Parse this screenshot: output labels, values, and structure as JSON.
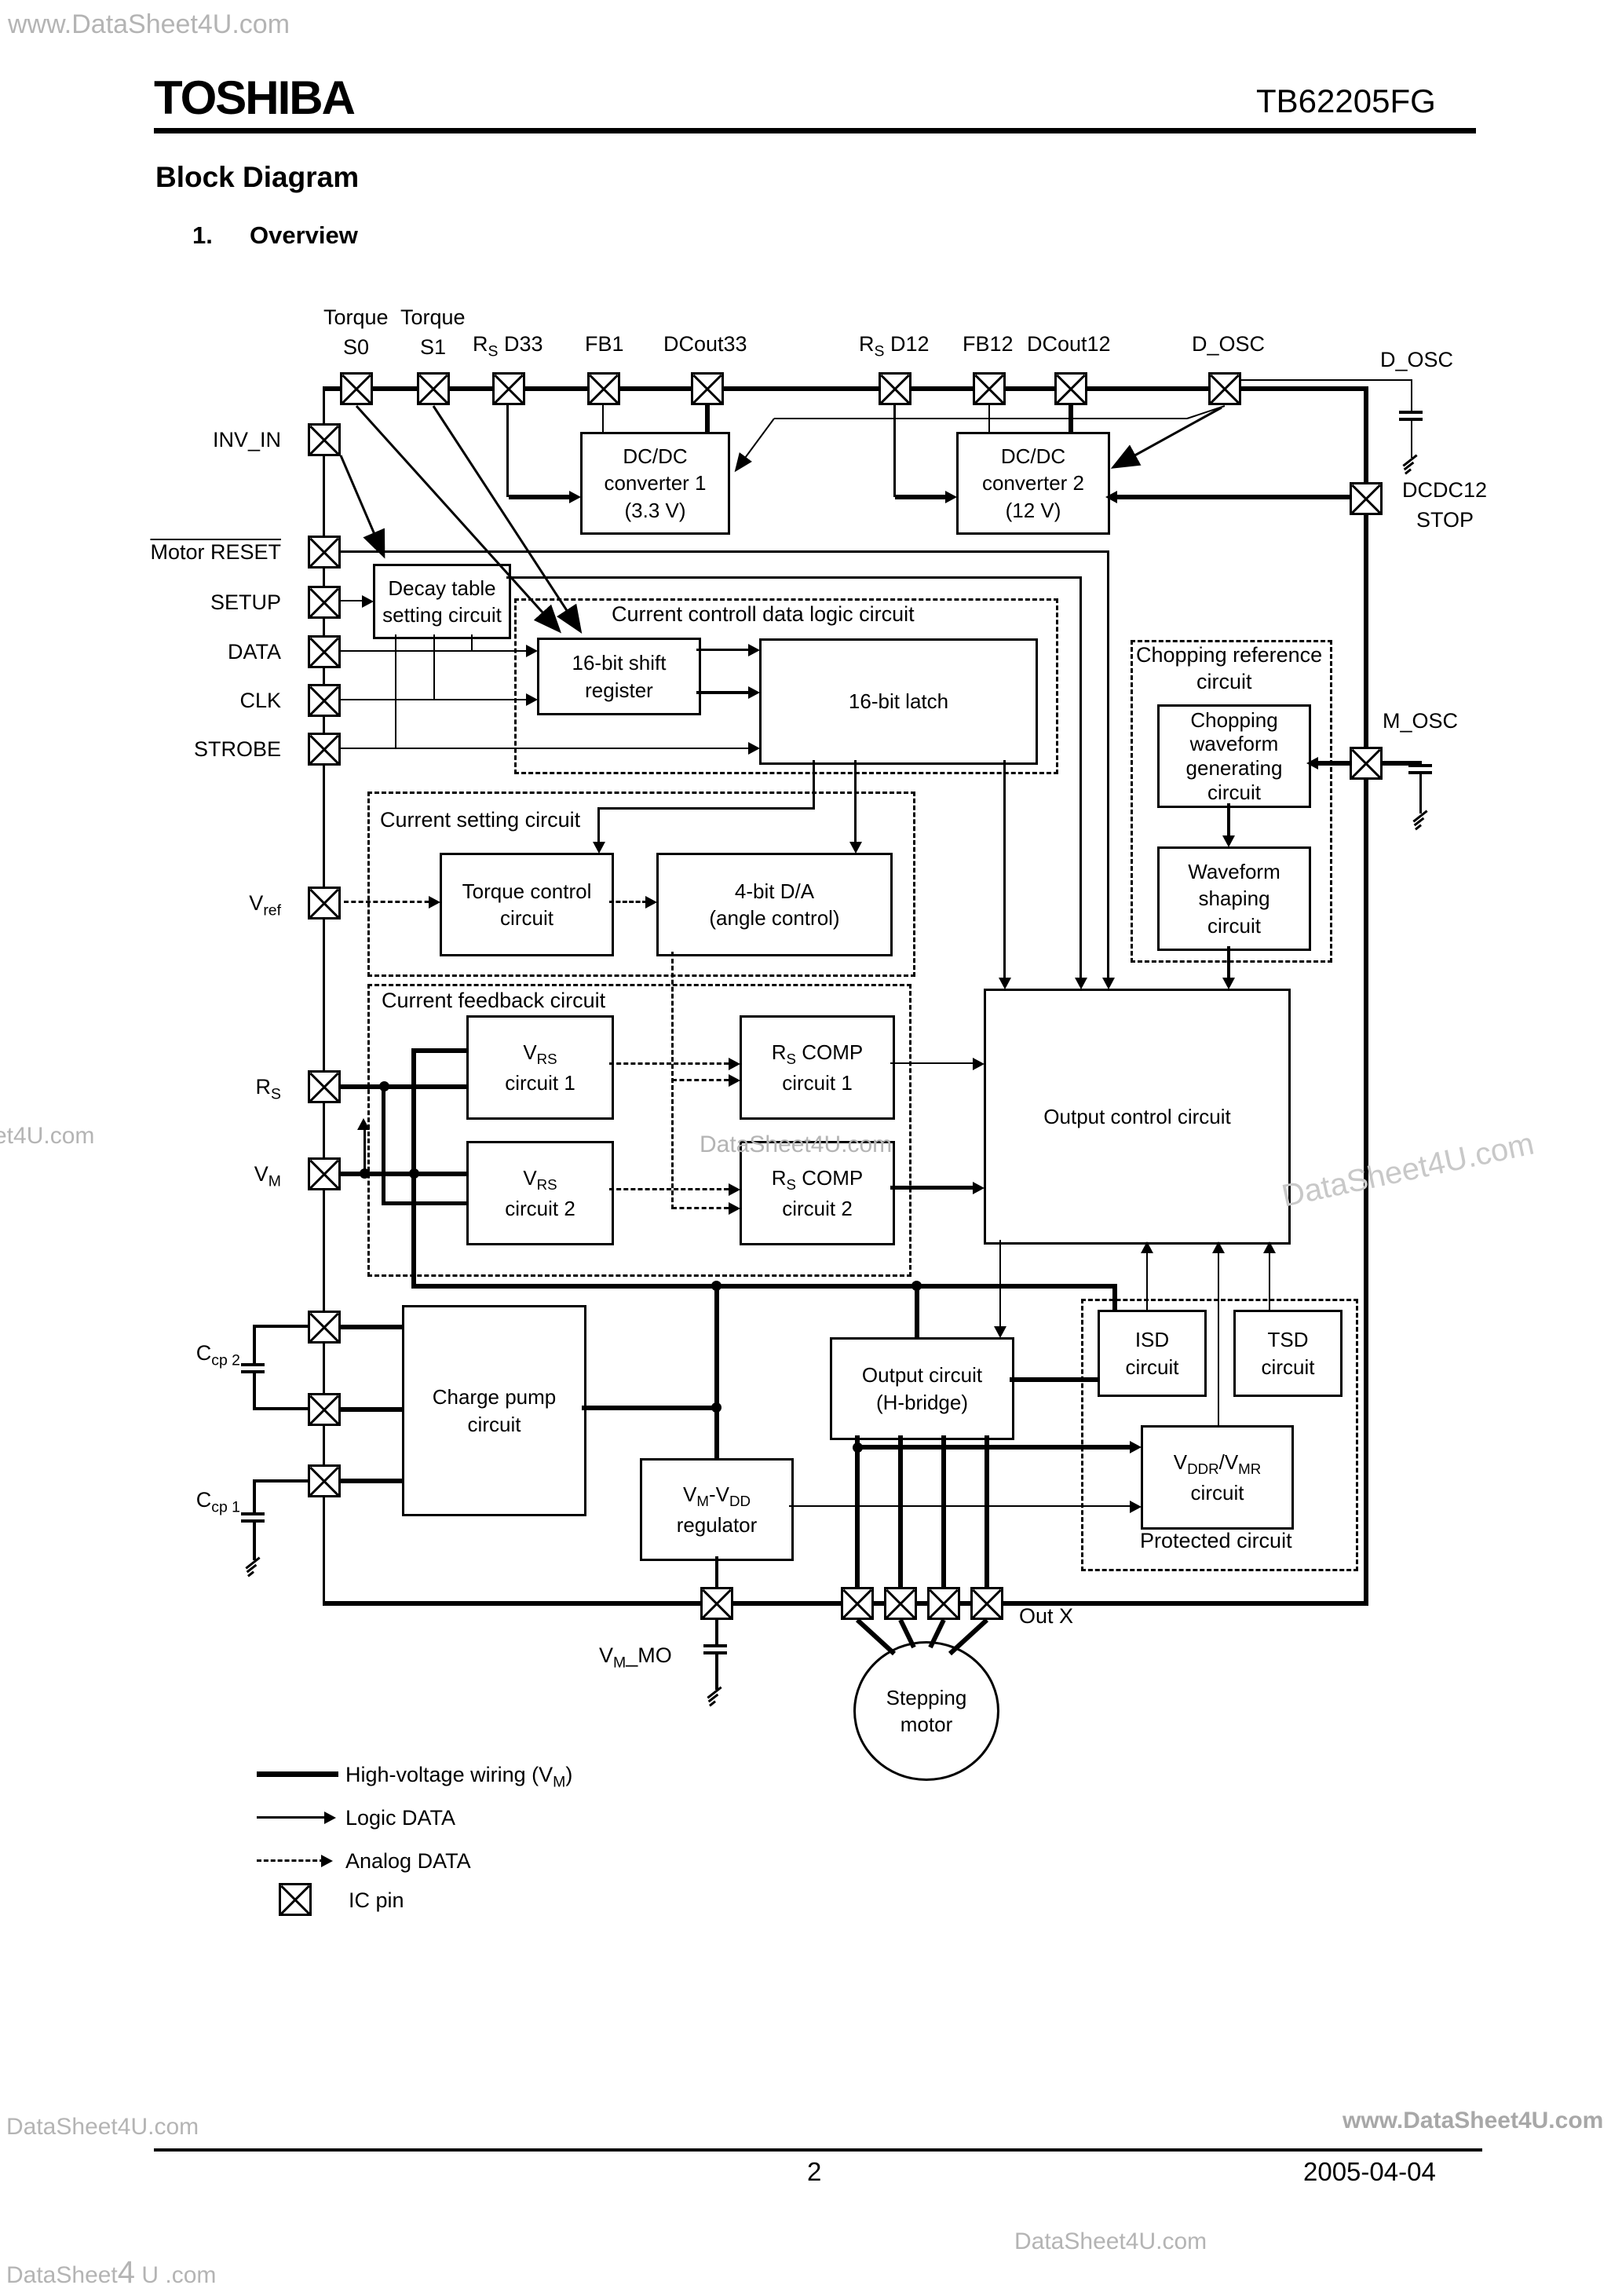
{
  "header": {
    "watermark": "www.DataSheet4U.com",
    "brand": "TOSHIBA",
    "part": "TB62205FG",
    "doc_title": "Block Diagram",
    "section_number": "1.",
    "section_name": "Overview"
  },
  "pins": {
    "torque_a": "Torque",
    "torque_b": "Torque",
    "s0": "S0",
    "s1": "S1",
    "r": "R",
    "s": "S",
    "d33": "D33",
    "d12": "D12",
    "fb1": "FB1",
    "dcout33": "DCout33",
    "fb12": "FB12",
    "dcout12": "DCout12",
    "d_osc": "D_OSC",
    "d_osc_right": "D_OSC",
    "inv_in": "INV_IN",
    "motor_reset": "Motor RESET",
    "setup": "SETUP",
    "data": "DATA",
    "clk": "CLK",
    "strobe": "STROBE",
    "v": "V",
    "vref_sub": "ref",
    "vm_sub": "M",
    "c": "C",
    "ccp2_sub": "cp 2",
    "ccp1_sub": "cp 1",
    "dcdc12": "DCDC12",
    "stop": "STOP",
    "m_osc": "M_OSC",
    "vmmo_suffix": "_MO",
    "out_x": "Out X"
  },
  "blocks": {
    "conv1": {
      "l1": "DC/DC",
      "l2": "converter 1",
      "l3": "(3.3 V)"
    },
    "conv2": {
      "l1": "DC/DC",
      "l2": "converter 2",
      "l3": "(12 V)"
    },
    "decay": {
      "l1": "Decay table",
      "l2": "setting circuit"
    },
    "logic_title": "Current controll data logic circuit",
    "shift": {
      "l1": "16-bit shift",
      "l2": "register"
    },
    "latch": "16-bit latch",
    "chopref": {
      "l1": "Chopping reference",
      "l2": "circuit"
    },
    "chopwave": {
      "l1": "Chopping",
      "l2": "waveform",
      "l3": "generating",
      "l4": "circuit"
    },
    "waveshape": {
      "l1": "Waveform",
      "l2": "shaping",
      "l3": "circuit"
    },
    "setting_title": "Current setting circuit",
    "torque": {
      "l1": "Torque control",
      "l2": "circuit"
    },
    "da": {
      "l1": "4-bit D/A",
      "l2": "(angle control)"
    },
    "feedback_title": "Current feedback circuit",
    "vrs": {
      "v": "V",
      "sub": "RS"
    },
    "vrs1_l2": "circuit 1",
    "vrs2_l2": "circuit 2",
    "comp": {
      "r": "R",
      "sub": "S",
      "word": " COMP"
    },
    "comp1_l2": "circuit 1",
    "comp2_l2": "circuit 2",
    "outctrl": "Output control circuit",
    "chargepump": {
      "l1": "Charge pump",
      "l2": "circuit"
    },
    "outcirc": {
      "l1": "Output circuit",
      "l2": "(H-bridge)"
    },
    "isd": {
      "l1": "ISD",
      "l2": "circuit"
    },
    "tsd": {
      "l1": "TSD",
      "l2": "circuit"
    },
    "vddr": {
      "a": "V",
      "b": "DDR",
      "c": "/V",
      "d": "MR",
      "l2": "circuit"
    },
    "protected_label": "Protected circuit",
    "reg": {
      "a": "V",
      "b": "M",
      "c": "-V",
      "d": "DD",
      "l2": "regulator"
    },
    "motor": {
      "l1": "Stepping",
      "l2": "motor"
    }
  },
  "legend": {
    "hv_a": "High-voltage wiring (V",
    "hv_sub": "M",
    "hv_b": ")",
    "logic": "Logic DATA",
    "analog": "Analog DATA",
    "ic_pin": "IC pin"
  },
  "footer": {
    "page": "2",
    "date": "2005-04-04"
  },
  "watermarks": {
    "mid_left": "et4U.com",
    "mid_center": "DataSheet4U.com",
    "mid_right": "DataSheet4U.com",
    "footer_left": "DataSheet4U.com",
    "footer_right": "www.DataSheet4U.com",
    "bottom_center": "DataSheet4U.com",
    "bottom_left_a": "DataSheet",
    "bottom_left_b": "4",
    "bottom_left_c": "U .com"
  },
  "colors": {
    "ink": "#000000",
    "watermark_gray": "#b4b4b4",
    "paper": "#ffffff"
  }
}
